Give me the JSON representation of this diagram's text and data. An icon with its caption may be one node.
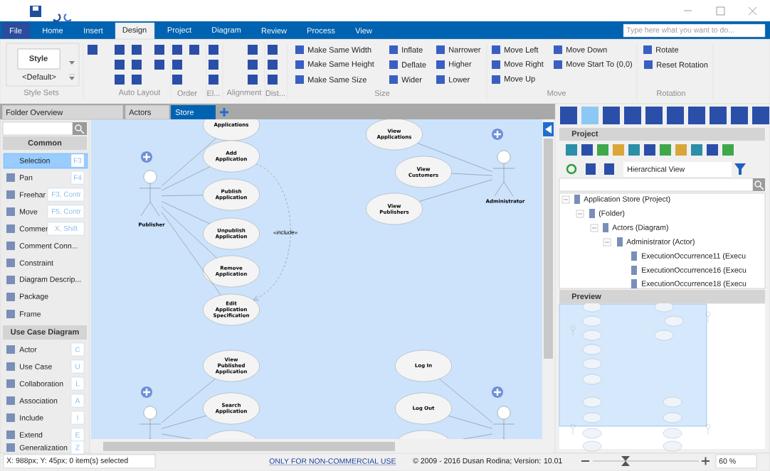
{
  "diagram": {
    "nodes": [
      {
        "text": [
          "Publisher"
        ]
      },
      {
        "text": [
          "Applications"
        ]
      },
      {
        "text": [
          "Add Application"
        ]
      },
      {
        "text": [
          "Publish Application"
        ]
      },
      {
        "text": [
          "Unpublish Application"
        ]
      },
      {
        "text": [
          "Remove Application"
        ]
      },
      {
        "text": [
          "Edit Application Specification"
        ]
      },
      {
        "text": [
          "View Applications"
        ]
      },
      {
        "text": [
          "View Customers"
        ]
      },
      {
        "text": [
          "View Publishers"
        ]
      },
      {
        "text": [
          "Administrator"
        ]
      },
      {
        "text": [],
        "shape": "person"
      },
      {
        "text": [
          "View Published Application"
        ]
      },
      {
        "text": [
          "Search Application"
        ]
      },
      {
        "text": [],
        "shape": "ellipse"
      },
      {
        "text": [
          "Log In"
        ]
      },
      {
        "text": [
          "Log Out"
        ]
      },
      {
        "text": [],
        "shape": "ellipse"
      },
      {
        "text": [],
        "shape": "person"
      }
    ],
    "edges": [
      {
        "from": 0,
        "to": 1,
        "arrow": "none"
      },
      {
        "from": 0,
        "to": 2,
        "arrow": "none"
      },
      {
        "from": 0,
        "to": 3,
        "arrow": "none"
      },
      {
        "from": 0,
        "to": 4,
        "arrow": "none"
      },
      {
        "from": 0,
        "to": 5,
        "arrow": "none"
      },
      {
        "from": 0,
        "to": 6,
        "arrow": "none"
      },
      {
        "from": 2,
        "to": 6,
        "arrow": "to",
        "label": "«include»",
        "style": "dashed"
      },
      {
        "from": 10,
        "to": 7,
        "arrow": "none"
      },
      {
        "from": 10,
        "to": 8,
        "arrow": "none"
      },
      {
        "from": 10,
        "to": 9,
        "arrow": "none"
      },
      {
        "from": 11,
        "to": 12,
        "arrow": "none"
      },
      {
        "from": 11,
        "to": 13,
        "arrow": "none"
      },
      {
        "from": 11,
        "to": 14,
        "arrow": "none"
      },
      {
        "from": 18,
        "to": 15,
        "arrow": "none"
      },
      {
        "from": 18,
        "to": 16,
        "arrow": "none"
      },
      {
        "from": 18,
        "to": 17,
        "arrow": "none"
      }
    ],
    "labels": [
      "File",
      "Home",
      "Insert",
      "Design",
      "Project",
      "Diagram",
      "Review",
      "Process",
      "View",
      "Type here what you want to do...",
      "Style",
      "<Default>",
      "Style Sets",
      "Auto Layout",
      "Order",
      "El...",
      "Alignment",
      "Dist...",
      "Make Same Width",
      "Make Same Height",
      "Make Same Size",
      "Size",
      "Inflate",
      "Deflate",
      "Wider",
      "Narrower",
      "Higher",
      "Lower",
      "Move Left",
      "Move Right",
      "Move Up",
      "Move Down",
      "Move Start To (0,0)",
      "Move",
      "Rotate",
      "Reset Rotation",
      "Rotation",
      "Folder Overview",
      "Actors",
      "Store",
      "Common",
      "Selection",
      "F3",
      "Pan",
      "F4",
      "Freehar",
      "F3, Contr",
      "Move",
      "F5, Contr",
      "Commen",
      "X, Shift",
      "Comment Conn...",
      "Constraint",
      "Diagram Descrip...",
      "Package",
      "Frame",
      "Use Case Diagram",
      "Actor",
      "C",
      "Use Case",
      "U",
      "Collaboration",
      "L",
      "Association",
      "A",
      "Include",
      "I",
      "Extend",
      "E",
      "Generalization",
      "Z",
      "Project",
      "Hierarchical View",
      "Application Store (Project)",
      "(Folder)",
      "Actors (Diagram)",
      "Administrator (Actor)",
      "ExecutionOccurrence11 (Execu",
      "ExecutionOccurrence16 (Execu",
      "ExecutionOccurrence18 (Execu",
      "Preview",
      "X: 988px; Y: 45px; 0 item(s) selected",
      "ONLY FOR NON-COMMERCIAL USE",
      "© 2009 - 2016 Dusan Rodina; Version: 10.01",
      "60 %"
    ]
  }
}
